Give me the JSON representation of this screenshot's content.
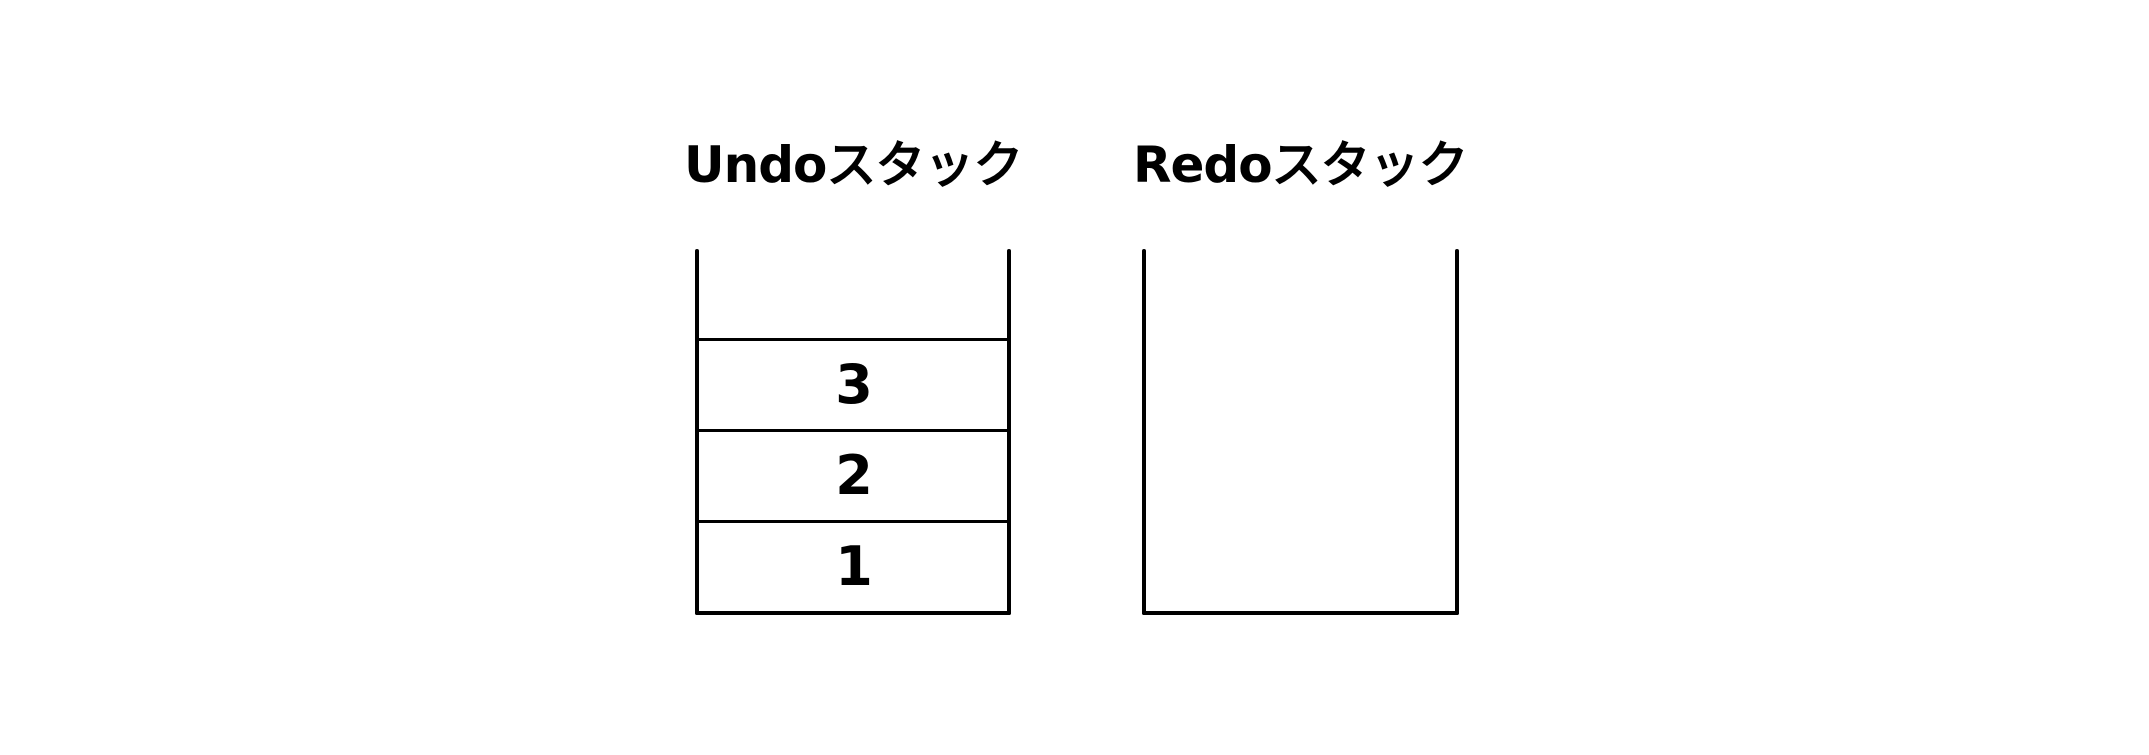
{
  "undo_stack": {
    "title": "Undoスタック",
    "items": [
      "3",
      "2",
      "1"
    ]
  },
  "redo_stack": {
    "title": "Redoスタック",
    "items": []
  },
  "colors": {
    "background": "#ffffff",
    "line": "#000000",
    "text": "#000000"
  }
}
